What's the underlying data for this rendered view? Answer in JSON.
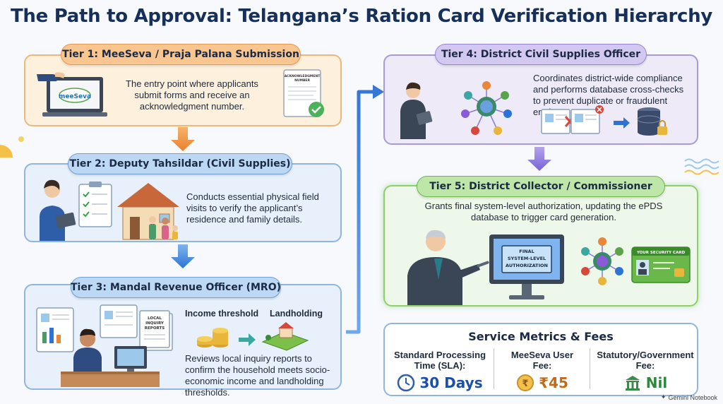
{
  "title": "The Path to Approval: Telangana’s Ration Card Verification Hierarchy",
  "tiers": [
    {
      "label": "Tier 1: MeeSeva / Praja Palana Submission",
      "description": "The entry point where applicants submit forms and receive an acknowledgment number.",
      "screen_logo": "meeSeva",
      "doc_label": "ACKNOWLEDGMENT NUMBER"
    },
    {
      "label": "Tier 2: Deputy Tahsildar (Civil Supplies)",
      "description": "Conducts essential physical field visits to verify the applicant’s residence and family details."
    },
    {
      "label": "Tier 3: Mandal Revenue Officer (MRO)",
      "description": "Reviews local inquiry reports to confirm the household meets socio-economic income and landholding thresholds.",
      "income_label": "Income threshold",
      "land_label": "Landholding",
      "report_label": "LOCAL INQUIRY REPORTS"
    },
    {
      "label": "Tier 4: District Civil Supplies Officer",
      "description": "Coordinates district-wide compliance and performs database cross-checks to prevent duplicate or fraudulent entries."
    },
    {
      "label": "Tier 5: District Collector / Commissioner",
      "description": "Grants final system-level authorization, updating the ePDS database to trigger card generation.",
      "screen_text": "FINAL SYSTEM-LEVEL AUTHORIZATION",
      "card_label": "YOUR SECURITY CARD"
    }
  ],
  "metrics": {
    "title": "Service Metrics & Fees",
    "items": [
      {
        "label": "Standard Processing Time (SLA):",
        "value": "30 Days",
        "icon": "clock-icon"
      },
      {
        "label": "MeeSeva User Fee:",
        "value": "₹45",
        "icon": "coin-icon"
      },
      {
        "label": "Statutory/Government Fee:",
        "value": "Nil",
        "icon": "government-building-icon"
      }
    ]
  },
  "footer": "Gemini Notebook",
  "colors": {
    "tier1_bg": "#fdf0dc",
    "tier1_pill": "#f9c690",
    "tier2_bg": "#e8f1fb",
    "tier2_pill": "#bcd8f5",
    "tier3_bg": "#e8f1fb",
    "tier3_pill": "#bcd8f5",
    "tier4_bg": "#eeeaf8",
    "tier4_pill": "#d3c8f0",
    "tier5_bg": "#eef8ea",
    "tier5_pill": "#bfe6a9",
    "title": "#17305a",
    "accent": "#1e4fa8"
  }
}
